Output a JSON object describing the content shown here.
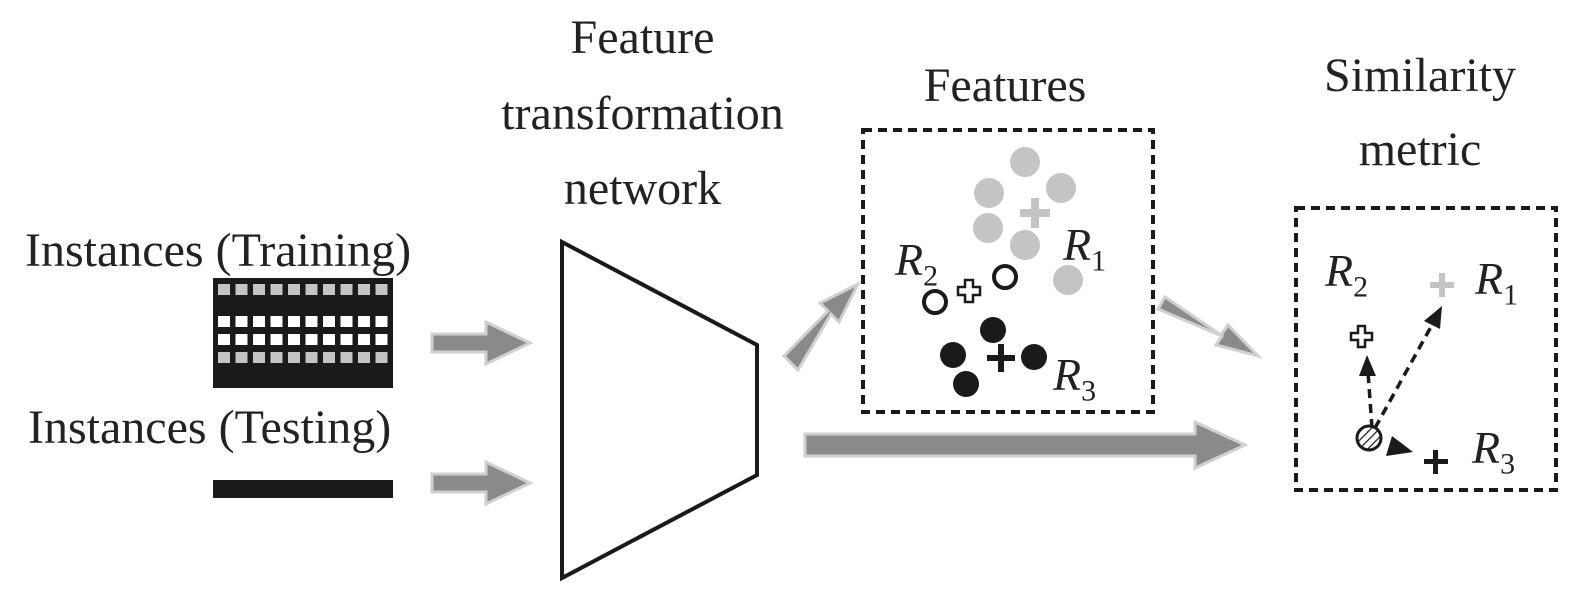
{
  "labels": {
    "training": "Instances (Training)",
    "testing": "Instances (Testing)",
    "network_line1": "Feature",
    "network_line2": "transformation",
    "network_line3": "network",
    "features": "Features",
    "similarity_line1": "Similarity",
    "similarity_line2": "metric"
  },
  "features_box": {
    "r1": {
      "letter": "R",
      "sub": "1"
    },
    "r2": {
      "letter": "R",
      "sub": "2"
    },
    "r3": {
      "letter": "R",
      "sub": "3"
    }
  },
  "similarity_box": {
    "r1": {
      "letter": "R",
      "sub": "1"
    },
    "r2": {
      "letter": "R",
      "sub": "2"
    },
    "r3": {
      "letter": "R",
      "sub": "3"
    }
  },
  "colors": {
    "ink": "#1a1a1a",
    "light_gray": "#c4c4c4",
    "arrow_gray": "#8a8a8a",
    "white": "#ffffff"
  }
}
